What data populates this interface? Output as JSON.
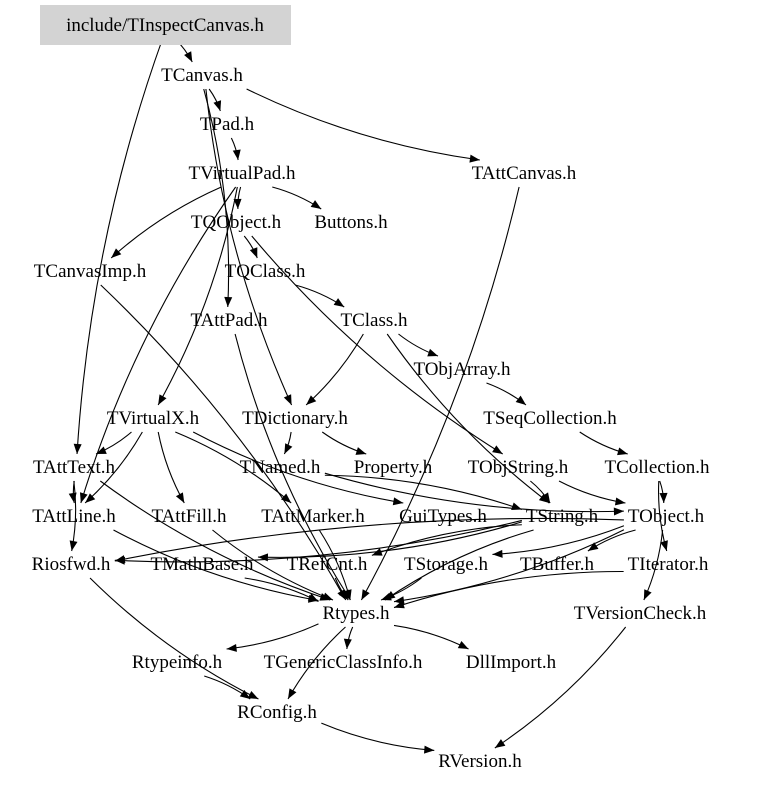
{
  "root": "include/TInspectCanvas.h",
  "nodes": {
    "TInspectCanvas": "include/TInspectCanvas.h",
    "TCanvas": "TCanvas.h",
    "TPad": "TPad.h",
    "TVirtualPad": "TVirtualPad.h",
    "TAttCanvas": "TAttCanvas.h",
    "TQObject": "TQObject.h",
    "Buttons": "Buttons.h",
    "TCanvasImp": "TCanvasImp.h",
    "TQClass": "TQClass.h",
    "TAttPad": "TAttPad.h",
    "TClass": "TClass.h",
    "TObjArray": "TObjArray.h",
    "TVirtualX": "TVirtualX.h",
    "TDictionary": "TDictionary.h",
    "TSeqCollection": "TSeqCollection.h",
    "TAttText": "TAttText.h",
    "TNamed": "TNamed.h",
    "Property": "Property.h",
    "TObjString": "TObjString.h",
    "TCollection": "TCollection.h",
    "TAttLine": "TAttLine.h",
    "TAttFill": "TAttFill.h",
    "TAttMarker": "TAttMarker.h",
    "GuiTypes": "GuiTypes.h",
    "TString": "TString.h",
    "TObject": "TObject.h",
    "Riosfwd": "Riosfwd.h",
    "TMathBase": "TMathBase.h",
    "TRefCnt": "TRefCnt.h",
    "TStorage": "TStorage.h",
    "TBuffer": "TBuffer.h",
    "TIterator": "TIterator.h",
    "Rtypes": "Rtypes.h",
    "TVersionCheck": "TVersionCheck.h",
    "Rtypeinfo": "Rtypeinfo.h",
    "TGenericClassInfo": "TGenericClassInfo.h",
    "DllImport": "DllImport.h",
    "RConfig": "RConfig.h",
    "RVersion": "RVersion.h"
  },
  "edges": [
    [
      "TInspectCanvas",
      "TCanvas"
    ],
    [
      "TInspectCanvas",
      "TAttText"
    ],
    [
      "TCanvas",
      "TPad"
    ],
    [
      "TCanvas",
      "TAttCanvas"
    ],
    [
      "TCanvas",
      "TAttPad"
    ],
    [
      "TCanvas",
      "TDictionary"
    ],
    [
      "TPad",
      "TVirtualPad"
    ],
    [
      "TVirtualPad",
      "TQObject"
    ],
    [
      "TVirtualPad",
      "Buttons"
    ],
    [
      "TVirtualPad",
      "TCanvasImp"
    ],
    [
      "TVirtualPad",
      "TVirtualX"
    ],
    [
      "TVirtualPad",
      "TAttLine"
    ],
    [
      "TQObject",
      "TQClass"
    ],
    [
      "TQObject",
      "TObjString"
    ],
    [
      "TQClass",
      "TClass"
    ],
    [
      "TClass",
      "TObjArray"
    ],
    [
      "TClass",
      "TDictionary"
    ],
    [
      "TClass",
      "TString"
    ],
    [
      "TObjArray",
      "TSeqCollection"
    ],
    [
      "TSeqCollection",
      "TCollection"
    ],
    [
      "TCollection",
      "TObject"
    ],
    [
      "TCollection",
      "TIterator"
    ],
    [
      "TDictionary",
      "TNamed"
    ],
    [
      "TDictionary",
      "Property"
    ],
    [
      "TNamed",
      "TString"
    ],
    [
      "TNamed",
      "TObject"
    ],
    [
      "TObjString",
      "TString"
    ],
    [
      "TObjString",
      "TObject"
    ],
    [
      "TVirtualX",
      "TAttText"
    ],
    [
      "TVirtualX",
      "TAttFill"
    ],
    [
      "TVirtualX",
      "TAttMarker"
    ],
    [
      "TVirtualX",
      "GuiTypes"
    ],
    [
      "TVirtualX",
      "TAttLine"
    ],
    [
      "TAttText",
      "TAttLine"
    ],
    [
      "TAttText",
      "Riosfwd"
    ],
    [
      "TAttText",
      "Rtypes"
    ],
    [
      "TAttCanvas",
      "Rtypes"
    ],
    [
      "TAttPad",
      "Rtypes"
    ],
    [
      "TCanvasImp",
      "Rtypes"
    ],
    [
      "TAttFill",
      "Rtypes"
    ],
    [
      "TAttMarker",
      "Rtypes"
    ],
    [
      "TAttLine",
      "Rtypes"
    ],
    [
      "TString",
      "TMathBase"
    ],
    [
      "TString",
      "TRefCnt"
    ],
    [
      "TString",
      "Riosfwd"
    ],
    [
      "TString",
      "Rtypes"
    ],
    [
      "TObject",
      "TStorage"
    ],
    [
      "TObject",
      "TBuffer"
    ],
    [
      "TObject",
      "TVersionCheck"
    ],
    [
      "TObject",
      "Riosfwd"
    ],
    [
      "TObject",
      "Rtypes"
    ],
    [
      "TIterator",
      "Rtypes"
    ],
    [
      "TMathBase",
      "Rtypes"
    ],
    [
      "TRefCnt",
      "Rtypes"
    ],
    [
      "TStorage",
      "Rtypes"
    ],
    [
      "Riosfwd",
      "RConfig"
    ],
    [
      "Rtypes",
      "Rtypeinfo"
    ],
    [
      "Rtypes",
      "TGenericClassInfo"
    ],
    [
      "Rtypes",
      "DllImport"
    ],
    [
      "Rtypes",
      "RConfig"
    ],
    [
      "Rtypeinfo",
      "RConfig"
    ],
    [
      "RConfig",
      "RVersion"
    ],
    [
      "TVersionCheck",
      "RVersion"
    ]
  ]
}
